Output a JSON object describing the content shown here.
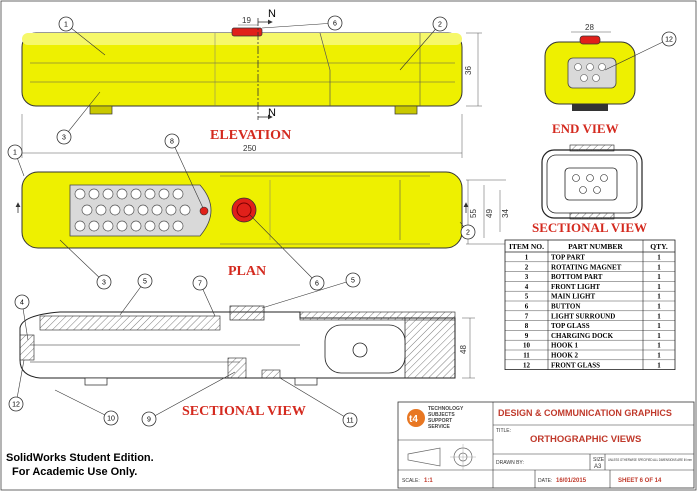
{
  "views": {
    "elevation": "ELEVATION",
    "plan": "PLAN",
    "end_view": "END VIEW",
    "sectional_view_right": "SECTIONAL VIEW",
    "sectional_view_bottom": "SECTIONAL VIEW"
  },
  "section_marker": "N",
  "dimensions": {
    "d19": "19",
    "d36": "36",
    "d250": "250",
    "d28": "28",
    "d55": "55",
    "d49": "49",
    "d34": "34",
    "d48": "48"
  },
  "balloons": [
    "1",
    "2",
    "3",
    "4",
    "5",
    "6",
    "7",
    "8",
    "9",
    "10",
    "11",
    "12"
  ],
  "bom": {
    "headers": [
      "ITEM NO.",
      "PART NUMBER",
      "QTY."
    ],
    "rows": [
      [
        "1",
        "TOP PART",
        "1"
      ],
      [
        "2",
        "ROTATING MAGNET",
        "1"
      ],
      [
        "3",
        "BOTTOM PART",
        "1"
      ],
      [
        "4",
        "FRONT LIGHT",
        "1"
      ],
      [
        "5",
        "MAIN LIGHT",
        "1"
      ],
      [
        "6",
        "BUTTON",
        "1"
      ],
      [
        "7",
        "LIGHT SURROUND",
        "1"
      ],
      [
        "8",
        "TOP GLASS",
        "1"
      ],
      [
        "9",
        "CHARGING DOCK",
        "1"
      ],
      [
        "10",
        "HOOK 1",
        "1"
      ],
      [
        "11",
        "HOOK 2",
        "1"
      ],
      [
        "12",
        "FRONT GLASS",
        "1"
      ]
    ]
  },
  "title_block": {
    "logo_mark": "t4",
    "logo_line1": "TECHNOLOGY",
    "logo_line2": "SUBJECTS",
    "logo_line3": "SUPPORT",
    "logo_line4": "SERVICE",
    "heading": "DESIGN & COMMUNICATION GRAPHICS",
    "title_label": "TITLE:",
    "title": "ORTHOGRAPHIC VIEWS",
    "drawn_by_label": "DRAWN BY:",
    "size_label": "SIZE",
    "size_value": "A3",
    "note": "UNLESS OTHERWISE SPECIFIED ALL DIMENSIONS ARE IN mm",
    "scale_label": "SCALE:",
    "scale_value": "1:1",
    "date_label": "DATE:",
    "date_value": "16/01/2015",
    "sheet": "SHEET 6 OF 14"
  },
  "edition_line1": "SolidWorks Student Edition.",
  "edition_line2": "For Academic Use Only.",
  "colors": {
    "body": "#eef000",
    "body_shade": "#c9c800",
    "button": "#e0201a",
    "view_title": "#d42a1f"
  }
}
